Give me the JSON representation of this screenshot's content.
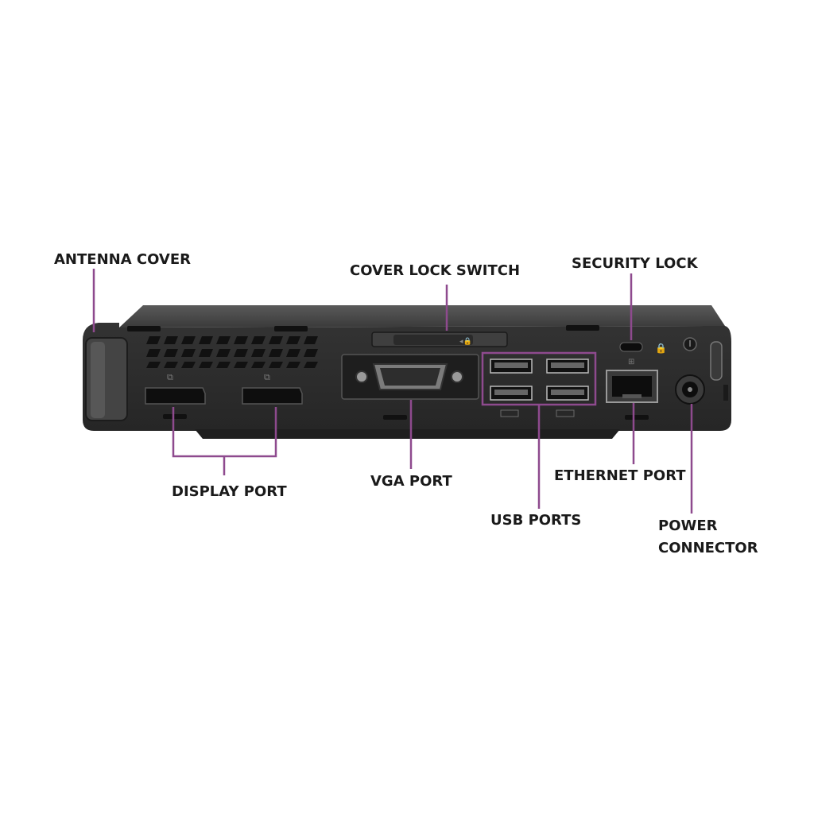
{
  "labels": {
    "antenna_cover": "ANTENNA COVER",
    "cover_lock_switch": "COVER LOCK SWITCH",
    "security_lock": "SECURITY LOCK",
    "display_port": "DISPLAY PORT",
    "vga_port": "VGA PORT",
    "ethernet_port": "ETHERNET PORT",
    "usb_ports": "USB PORTS",
    "power_connector_line1": "POWER",
    "power_connector_line2": "CONNECTOR"
  },
  "colors": {
    "leader_line": "#8e4a8e",
    "chassis": "#2d2d2d",
    "label_text": "#1a1a1a"
  }
}
